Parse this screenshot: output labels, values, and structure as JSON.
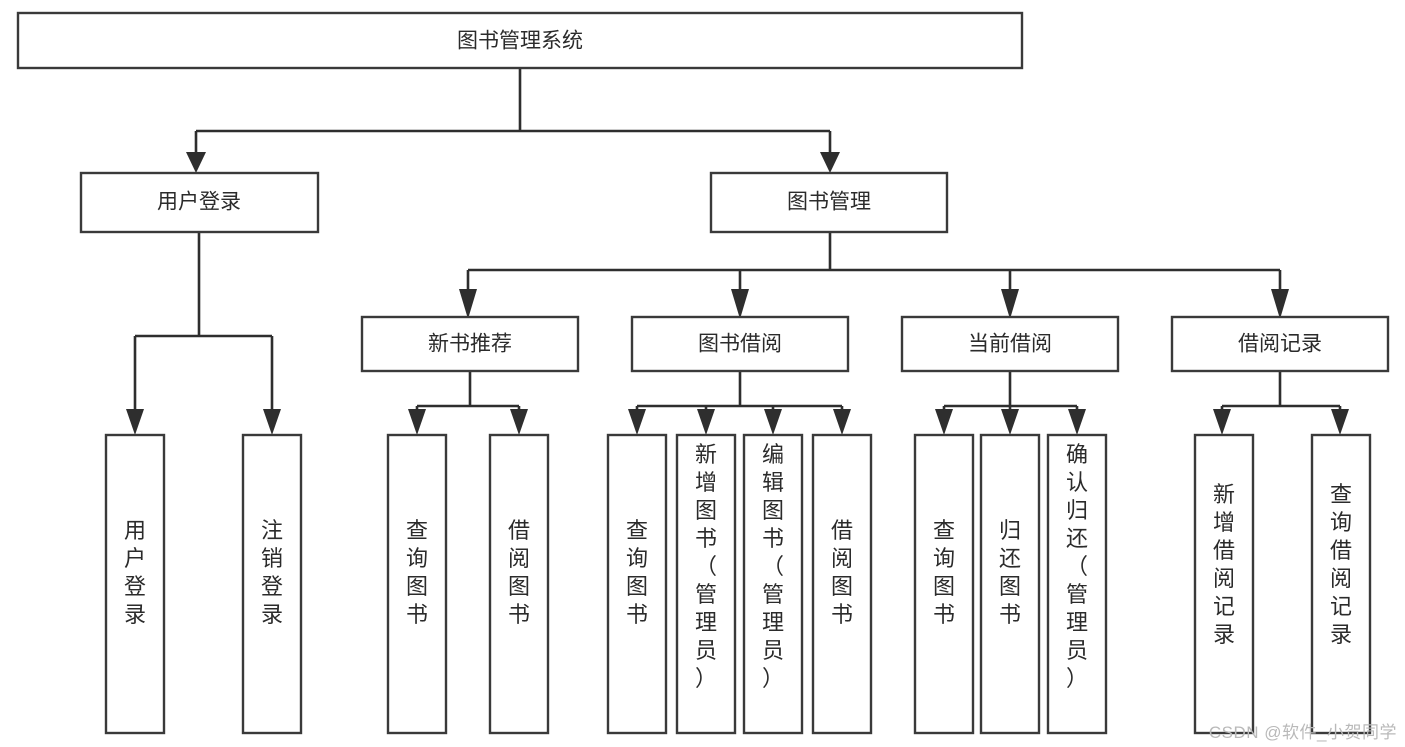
{
  "diagram": {
    "title": "图书管理系统",
    "type": "tree-hierarchy-diagram",
    "background_color": "#ffffff",
    "box_stroke_color": "#3a3a3a",
    "connector_color": "#2e2e2e",
    "text_color": "#2b2b2b",
    "root": {
      "label": "图书管理系统",
      "orientation": "horizontal"
    },
    "level2": [
      {
        "label": "用户登录",
        "orientation": "horizontal"
      },
      {
        "label": "图书管理",
        "orientation": "horizontal"
      }
    ],
    "level3": [
      {
        "label": "新书推荐",
        "orientation": "horizontal"
      },
      {
        "label": "图书借阅",
        "orientation": "horizontal"
      },
      {
        "label": "当前借阅",
        "orientation": "horizontal"
      },
      {
        "label": "借阅记录",
        "orientation": "horizontal"
      }
    ],
    "leaves": {
      "user_login": [
        {
          "label": "用户登录",
          "orientation": "vertical"
        },
        {
          "label": "注销登录",
          "orientation": "vertical"
        }
      ],
      "new_book_recommend": [
        {
          "label": "查询图书",
          "orientation": "vertical"
        },
        {
          "label": "借阅图书",
          "orientation": "vertical"
        }
      ],
      "book_borrow": [
        {
          "label": "查询图书",
          "orientation": "vertical"
        },
        {
          "label": "新增图书（管理员）",
          "orientation": "vertical"
        },
        {
          "label": "编辑图书（管理员）",
          "orientation": "vertical"
        },
        {
          "label": "借阅图书",
          "orientation": "vertical"
        }
      ],
      "current_borrow": [
        {
          "label": "查询图书",
          "orientation": "vertical"
        },
        {
          "label": "归还图书",
          "orientation": "vertical"
        },
        {
          "label": "确认归还（管理员）",
          "orientation": "vertical"
        }
      ],
      "borrow_record": [
        {
          "label": "新增借阅记录",
          "orientation": "vertical"
        },
        {
          "label": "查询借阅记录",
          "orientation": "vertical"
        }
      ]
    }
  },
  "watermark": {
    "text": "CSDN @软件_小贺同学"
  }
}
